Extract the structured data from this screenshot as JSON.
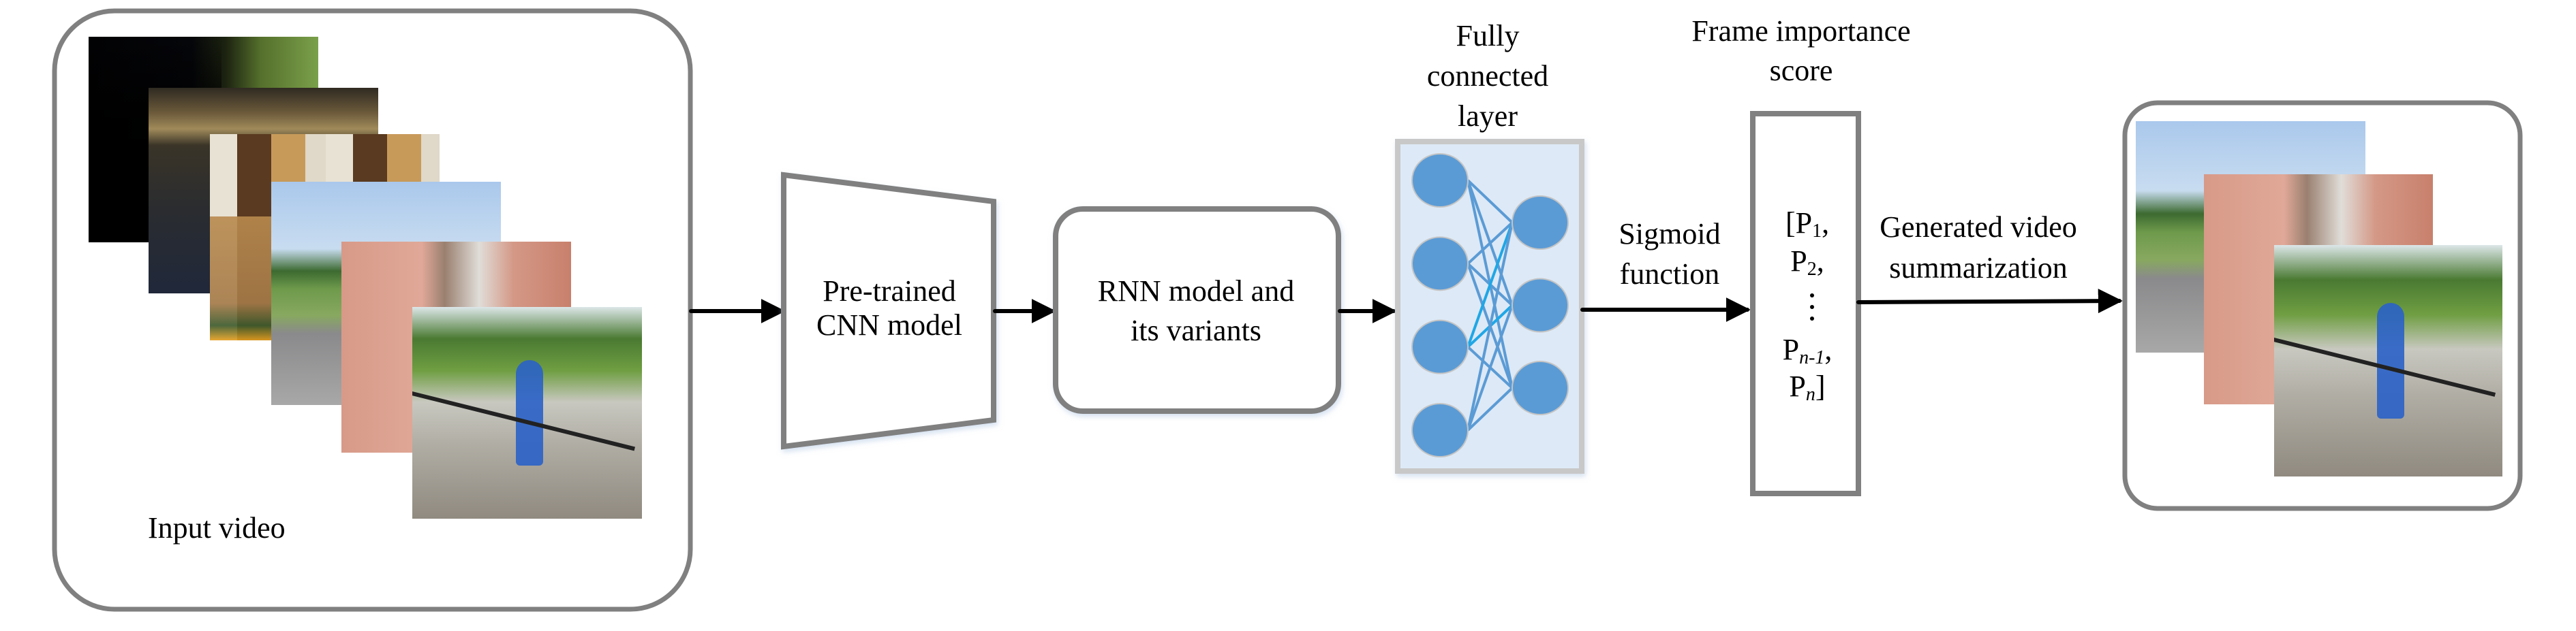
{
  "figure": {
    "title": "Video summarization pipeline",
    "stages": {
      "input": {
        "label": "Input video",
        "frames": [
          "frame-1",
          "frame-2",
          "frame-3",
          "frame-4",
          "frame-5",
          "frame-6"
        ]
      },
      "cnn": {
        "label_line1": "Pre-trained",
        "label_line2": "CNN model"
      },
      "rnn": {
        "label_line1": "RNN model and",
        "label_line2": "its variants"
      },
      "fc": {
        "title_line1": "Fully",
        "title_line2": "connected",
        "title_line3": "layer",
        "input_neurons": 4,
        "output_neurons": 3,
        "neuron_color": "#5b9bd5",
        "panel_color": "#dde9f6",
        "edge_color": "#5b9bd5",
        "highlight_edge_color": "#1fa7e6"
      },
      "sigmoid": {
        "label_line1": "Sigmoid",
        "label_line2": "function"
      },
      "score": {
        "title_line1": "Frame importance",
        "title_line2": "score",
        "items": [
          {
            "base": "[P",
            "sub": "1",
            "tail": ","
          },
          {
            "base": "P",
            "sub": "2",
            "tail": ","
          },
          {
            "base": "⋮",
            "sub": "",
            "tail": ""
          },
          {
            "base": "P",
            "sub": "n-1",
            "tail": ","
          },
          {
            "base": "P",
            "sub": "n",
            "tail": "]"
          }
        ]
      },
      "output": {
        "arrow_label_line1": "Generated video",
        "arrow_label_line2": "summarization",
        "frames": [
          "summary-frame-1",
          "summary-frame-2",
          "summary-frame-3"
        ]
      }
    },
    "colors": {
      "box_stroke": "#808080",
      "fc_panel_stroke": "#c8c8c8",
      "arrow": "#000000"
    }
  }
}
